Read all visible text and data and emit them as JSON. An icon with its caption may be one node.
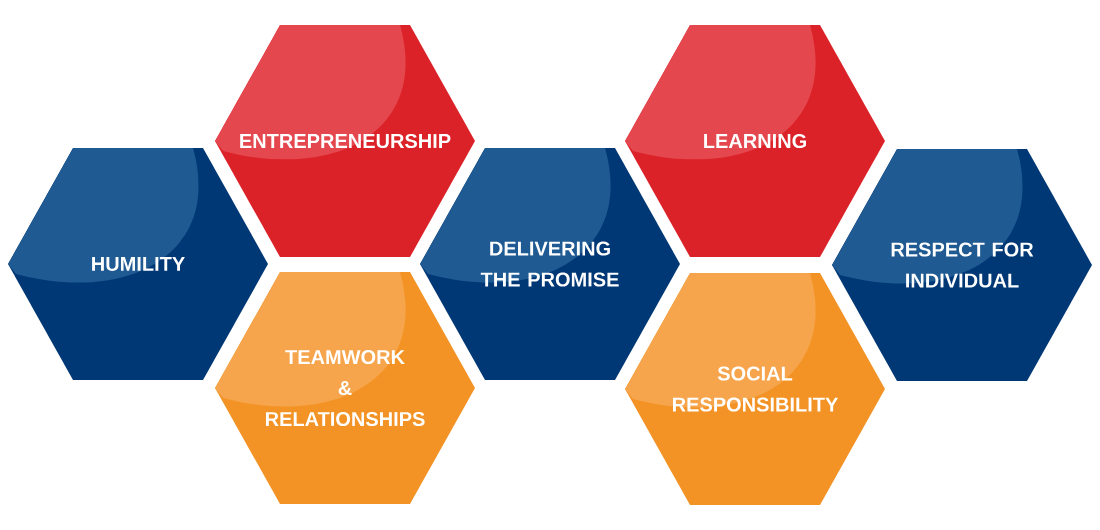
{
  "diagram": {
    "nodes": [
      {
        "text": [
          "HUMILITY"
        ]
      },
      {
        "text": [
          "ENTREPRENEURSHIP"
        ]
      },
      {
        "text": [
          "TEAMWORK & RELATIONSHIPS"
        ]
      },
      {
        "text": [
          "DELIVERING THE PROMISE"
        ]
      },
      {
        "text": [
          "LEARNING"
        ]
      },
      {
        "text": [
          "SOCIAL RESPONSIBILITY"
        ]
      },
      {
        "text": [
          "RESPECT FOR INDIVIDUAL"
        ]
      }
    ]
  }
}
